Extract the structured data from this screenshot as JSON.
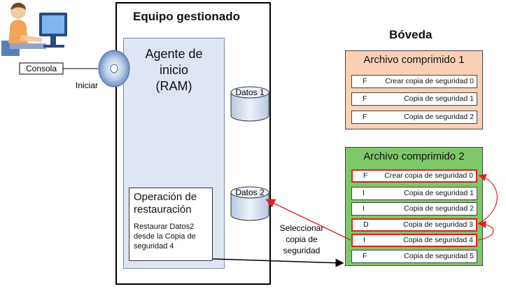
{
  "managed": {
    "title": "Equipo gestionado"
  },
  "vault": {
    "title": "Bóveda"
  },
  "console": {
    "label": "Consola"
  },
  "start_label": "Iniciar",
  "agent": {
    "line1": "Agente de",
    "line2": "inicio",
    "line3": "(RAM)"
  },
  "data_disks": [
    "Datos 1",
    "Datos 2"
  ],
  "restore": {
    "title_line1": "Operación de",
    "title_line2": "restauración",
    "desc_line1": "Restaurar Datos2",
    "desc_line2": "desde la Copia de",
    "desc_line3": "seguridad 4"
  },
  "select_label": {
    "line1": "Seleccionar",
    "line2": "copia de",
    "line3": "seguridad"
  },
  "archives": [
    {
      "title": "Archivo comprimido 1",
      "color": "#fbd0b4",
      "rows": [
        {
          "type": "F",
          "label": "Crear copia de seguridad 0",
          "highlight": false
        },
        {
          "type": "F",
          "label": "Copia de seguridad 1",
          "highlight": false
        },
        {
          "type": "F",
          "label": "Copia de seguridad 2",
          "highlight": false
        }
      ]
    },
    {
      "title": "Bóveda comprimido 2",
      "color": "#7ec86a",
      "rows": [
        {
          "type": "F",
          "label": "Crear copia de seguridad 0",
          "highlight": true
        },
        {
          "type": "I",
          "label": "Copia de seguridad 1",
          "highlight": false
        },
        {
          "type": "I",
          "label": "Copia de seguridad 2",
          "highlight": false
        },
        {
          "type": "D",
          "label": "Copia de seguridad 3",
          "highlight": true
        },
        {
          "type": "I",
          "label": "Copia de seguridad 4",
          "highlight": true
        },
        {
          "type": "F",
          "label": "Copia de seguridad 5",
          "highlight": false
        }
      ]
    }
  ],
  "colors": {
    "agent_bg": "#dde6f2",
    "arrow_red": "#e02020",
    "disk_fill": "#c9d6e8"
  }
}
